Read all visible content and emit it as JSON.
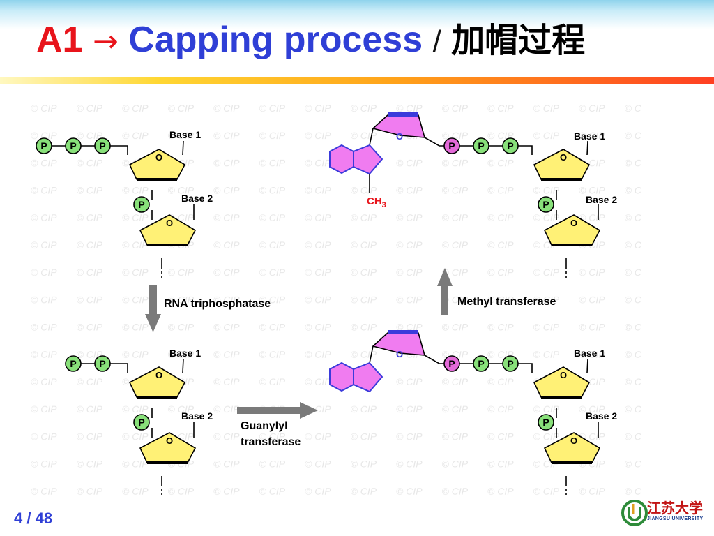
{
  "slide": {
    "title": {
      "prefix": "A1",
      "arrow": "→",
      "english": "Capping process",
      "separator": "/",
      "chinese": "加帽过程"
    },
    "page_current": "4",
    "page_sep": "/",
    "page_total": "48"
  },
  "diagram": {
    "watermark": "© CIP",
    "phosphate": "P",
    "ring_oxygen": "O",
    "base1": "Base 1",
    "base2": "Base 2",
    "methyl": "CH",
    "methyl_subscript": "3",
    "enzyme_triphosphatase": "RNA triphosphatase",
    "enzyme_guanylyl_line1": "Guanylyl",
    "enzyme_guanylyl_line2": "transferase",
    "enzyme_methyl": "Methyl transferase"
  },
  "colors": {
    "phosphate_green": "#88e07a",
    "cap_phosphate_magenta": "#e36ad8",
    "sugar_yellow": "#fff176",
    "cap_pink": "#f07cf0",
    "cap_blue": "#3b3bdb",
    "arrow_gray": "#7a7a7a",
    "methyl_red": "#e8141b"
  },
  "logo": {
    "chinese": "江苏大学",
    "english": "JIANGSU UNIVERSITY"
  }
}
